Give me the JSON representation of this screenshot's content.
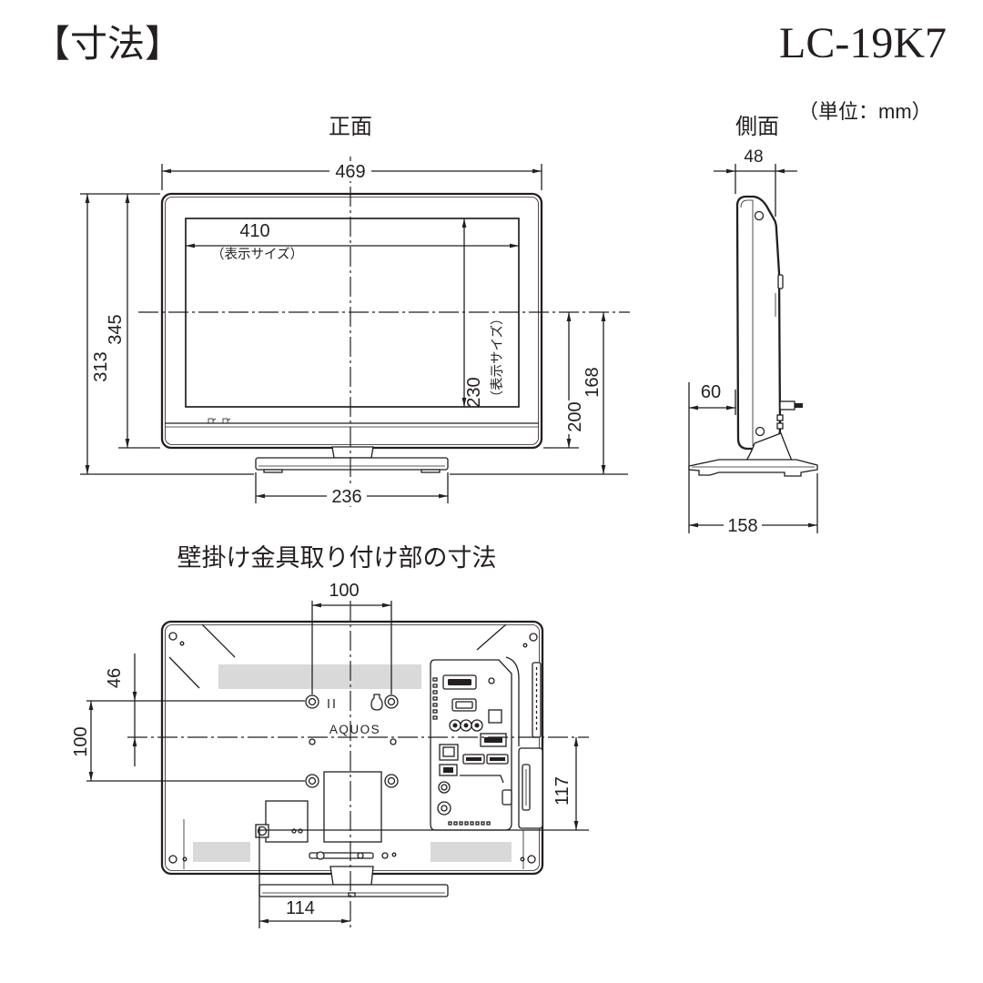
{
  "colors": {
    "ink": "#231f20",
    "vent": "#d9d9d9",
    "paper": "#ffffff"
  },
  "header": {
    "title": "【寸法】",
    "model": "LC-19K7",
    "unit": "（単位：mm）"
  },
  "front": {
    "label": "正面",
    "dim_top": "469",
    "dim_screen_w": "410",
    "dim_screen_w_note": "（表示サイズ）",
    "dim_screen_h": "230",
    "dim_screen_h_note": "（表示サイズ）",
    "dim_left_outer": "313",
    "dim_left_inner": "345",
    "dim_right_inner": "200",
    "dim_right_outer": "168",
    "dim_bottom": "236"
  },
  "side": {
    "label": "側面",
    "dim_top": "48",
    "dim_middle": "60",
    "dim_bottom": "158"
  },
  "wall_mount": {
    "label": "壁掛け金具取り付け部の寸法",
    "logo": "AQUOS",
    "dim_top": "100",
    "dim_left_upper": "46",
    "dim_left_lower": "100",
    "dim_right": "117",
    "dim_bottom": "114"
  }
}
